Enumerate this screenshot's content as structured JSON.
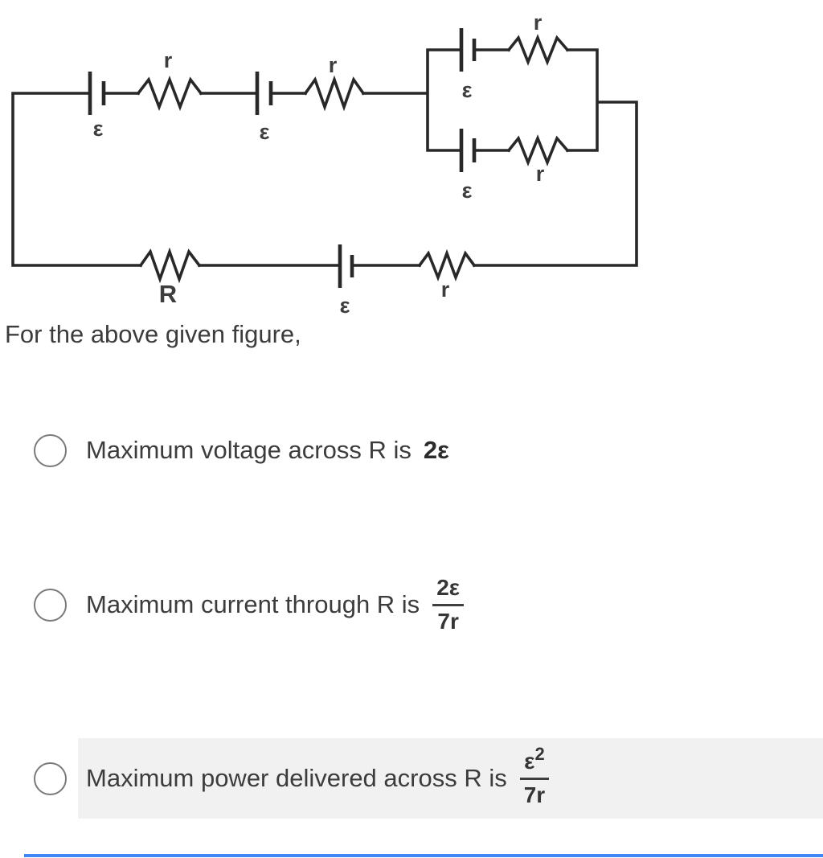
{
  "circuit": {
    "emf_label": "ε",
    "internal_resistance_label": "r",
    "external_resistance_label": "R"
  },
  "question": {
    "caption": "For the above given figure,"
  },
  "options": [
    {
      "label": "Maximum voltage across R is",
      "value": "2ε"
    },
    {
      "label": "Maximum current through R is",
      "value_fraction": {
        "numerator": "2ε",
        "denominator": "7r"
      }
    },
    {
      "label": "Maximum power delivered across R is",
      "value_fraction": {
        "numerator_base": "ε",
        "numerator_exponent": "2",
        "denominator": "7r"
      }
    }
  ]
}
